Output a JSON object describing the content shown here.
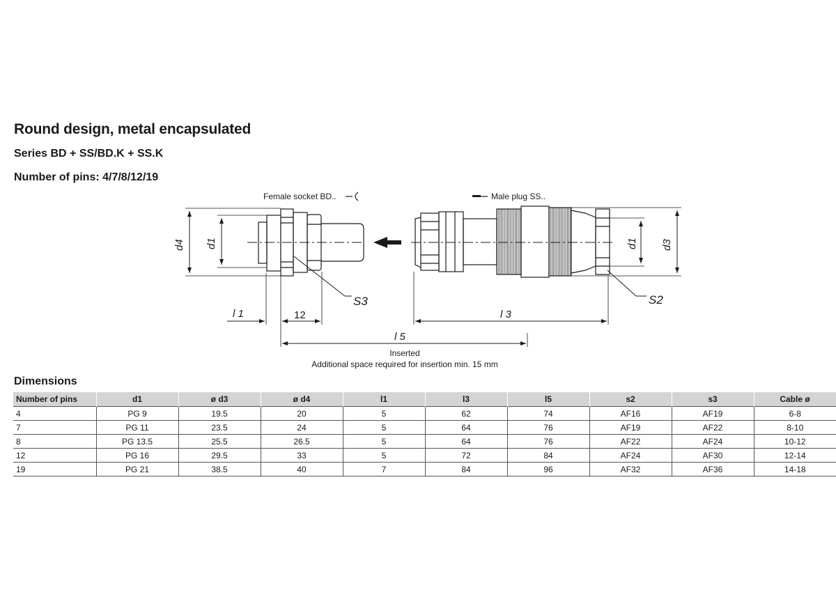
{
  "heading": {
    "title": "Round design, metal encapsulated",
    "series": "Series BD + SS/BD.K + SS.K",
    "pins": "Number of pins: 4/7/8/12/19"
  },
  "drawing": {
    "female_label": "Female socket BD..",
    "male_label": "Male plug SS..",
    "labels": {
      "d4": "d4",
      "d1_left": "d1",
      "d1_right": "d1",
      "d3": "d3",
      "s3": "S3",
      "s2": "S2",
      "l1": "l 1",
      "dim12": "12",
      "l3": "l 3",
      "l5": "l 5"
    },
    "inserted": "Inserted",
    "note": "Additional space required for insertion min. 15 mm"
  },
  "table": {
    "title": "Dimensions",
    "headers": [
      "Number of pins",
      "d1",
      "ø d3",
      "ø d4",
      "l1",
      "l3",
      "l5",
      "s2",
      "s3",
      "Cable ø"
    ],
    "rows": [
      [
        "4",
        "PG 9",
        "19.5",
        "20",
        "5",
        "62",
        "74",
        "AF16",
        "AF19",
        "6-8"
      ],
      [
        "7",
        "PG 11",
        "23.5",
        "24",
        "5",
        "64",
        "76",
        "AF19",
        "AF22",
        "8-10"
      ],
      [
        "8",
        "PG 13.5",
        "25.5",
        "26.5",
        "5",
        "64",
        "76",
        "AF22",
        "AF24",
        "10-12"
      ],
      [
        "12",
        "PG 16",
        "29.5",
        "33",
        "5",
        "72",
        "84",
        "AF24",
        "AF30",
        "12-14"
      ],
      [
        "19",
        "PG 21",
        "38.5",
        "40",
        "7",
        "84",
        "96",
        "AF32",
        "AF36",
        "14-18"
      ]
    ]
  }
}
